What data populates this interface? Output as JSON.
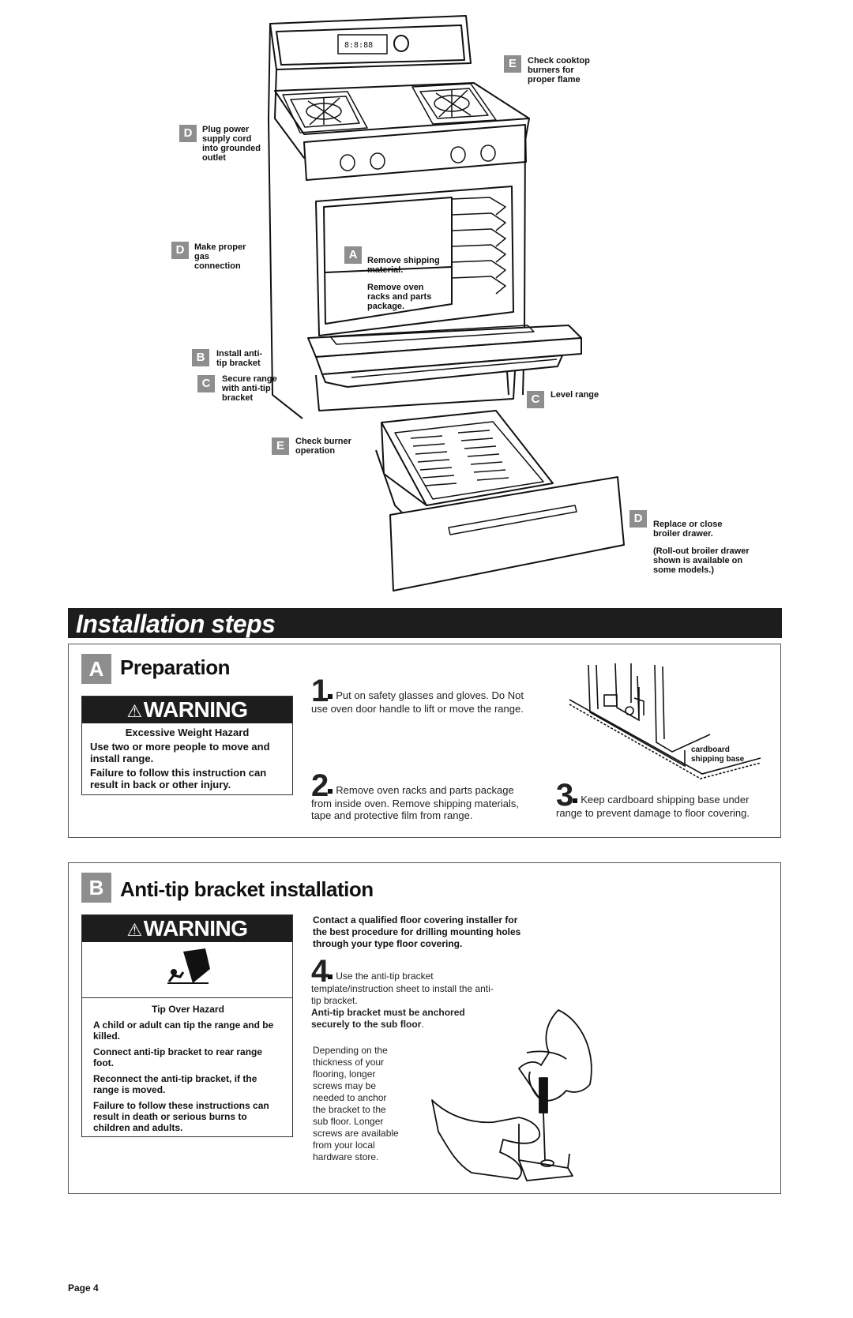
{
  "callouts": {
    "e_top": {
      "letter": "E",
      "text": "Check cooktop\nburners for\nproper flame"
    },
    "d_plug": {
      "letter": "D",
      "text": "Plug power\nsupply cord\ninto grounded\noutlet"
    },
    "d_gas": {
      "letter": "D",
      "text": "Make proper\ngas\nconnection"
    },
    "a_ship": {
      "letter": "A",
      "text": "Remove shipping\nmaterial.",
      "note": "Remove oven\nracks and parts\npackage."
    },
    "b_install": {
      "letter": "B",
      "text": "Install anti-\ntip bracket"
    },
    "c_secure": {
      "letter": "C",
      "text": "Secure range\nwith anti-tip\nbracket"
    },
    "c_level": {
      "letter": "C",
      "text": "Level range"
    },
    "e_burner": {
      "letter": "E",
      "text": "Check burner\noperation"
    },
    "d_broiler": {
      "letter": "D",
      "text": "Replace or close\nbroiler drawer.",
      "note": "(Roll-out broiler drawer\nshown is available on\nsome models.)"
    }
  },
  "banner": {
    "title": "Installation steps"
  },
  "section_a": {
    "letter": "A",
    "title": "Preparation",
    "warning": {
      "label": "WARNING",
      "hazard": "Excessive Weight Hazard",
      "line1": "Use two or more people to move and install range.",
      "line2": "Failure to follow this instruction can result in back or other injury."
    },
    "step1": {
      "num": "1",
      "text": "Put on safety glasses and gloves. Do Not use oven door handle to lift or move the range."
    },
    "step2": {
      "num": "2",
      "text": "Remove oven racks and parts package from inside oven. Remove shipping materials, tape and protective film from range."
    },
    "step3": {
      "num": "3",
      "text": "Keep cardboard shipping base under range to prevent damage to floor covering."
    },
    "diagram_label": "cardboard\nshipping base"
  },
  "section_b": {
    "letter": "B",
    "title": "Anti-tip bracket installation",
    "warning": {
      "label": "WARNING",
      "hazard": "Tip Over Hazard",
      "line1": "A child or adult can tip the range and be killed.",
      "line2": "Connect anti-tip bracket to rear range foot.",
      "line3": "Reconnect the anti-tip bracket, if the range is moved.",
      "line4": "Failure to follow these instructions can result in death or serious burns to children and adults."
    },
    "contact": "Contact a qualified floor covering installer for the best procedure for drilling mounting holes through your type floor covering.",
    "step4": {
      "num": "4",
      "text": "Use the anti-tip bracket template/instruction sheet to install the anti-tip bracket.",
      "bold": "Anti-tip bracket must be anchored securely to the sub floor",
      "bold_end": ".",
      "note": "Depending on the thickness of your flooring, longer screws may be needed to anchor the bracket to the sub floor. Longer screws are available from your local hardware store."
    }
  },
  "footer": {
    "page": "Page 4"
  },
  "colors": {
    "badge": "#8e8e8e",
    "bar": "#1d1d1d"
  }
}
